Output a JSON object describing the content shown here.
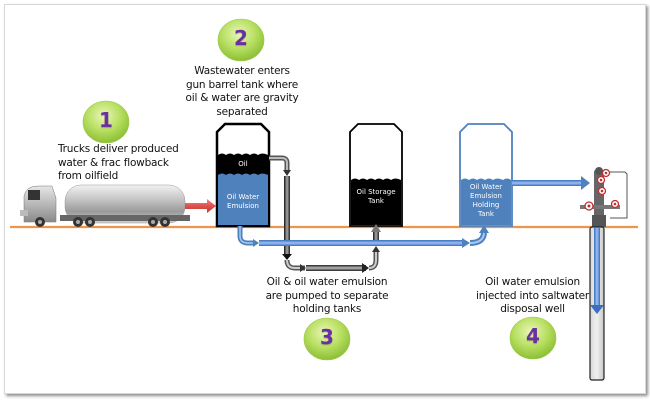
{
  "steps": [
    {
      "number": "1",
      "text": "Trucks deliver produced water & frac flowback from oilfield"
    },
    {
      "number": "2",
      "text": "Wastewater enters gun barrel tank where oil & water are gravity separated"
    },
    {
      "number": "3",
      "text": "Oil & oil water emulsion are pumped to separate holding tanks"
    },
    {
      "number": "4",
      "text": "Oil water emulsion injected into saltwater disposal well"
    }
  ],
  "tanks": {
    "gun_barrel": {
      "top_layer": "Oil",
      "bottom_layer": "Oil Water Emulsion"
    },
    "oil_storage": {
      "label": "Oil Storage Tank"
    },
    "emulsion_holding": {
      "label": "Oil Water Emulsion Holding Tank"
    }
  },
  "colors": {
    "ground": "#f0944a",
    "water": "#4f81bd",
    "oil": "#000000",
    "truck_flow": "#e0504a",
    "badge": "#a6d24e",
    "badge_number": "#6a2fa0"
  }
}
